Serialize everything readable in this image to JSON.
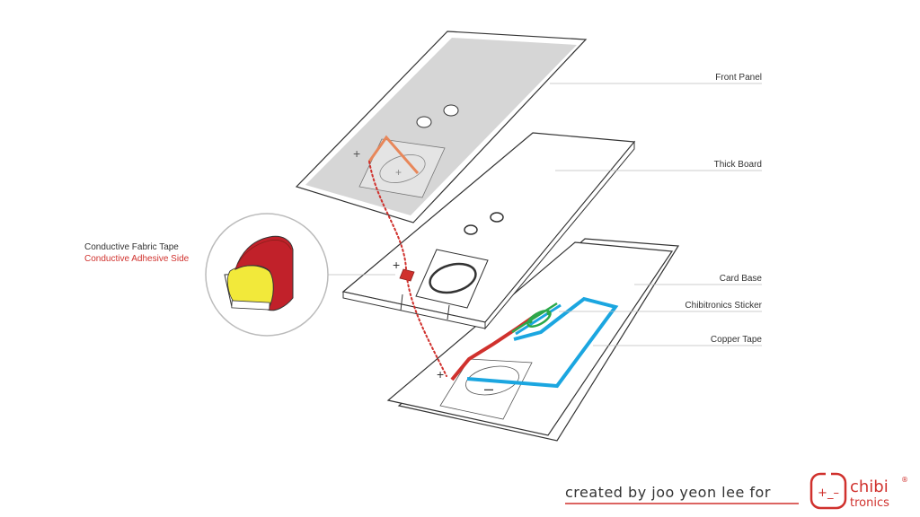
{
  "labels": {
    "front_panel": "Front Panel",
    "thick_board": "Thick Board",
    "card_base": "Card Base",
    "chibitronics_sticker": "Chibitronics Sticker",
    "copper_tape": "Copper Tape",
    "conductive_fabric_tape": "Conductive Fabric Tape",
    "conductive_adhesive_side": "Conductive Adhesive Side"
  },
  "symbols": {
    "plus": "+",
    "minus": "–"
  },
  "credit": {
    "text": "created by joo yeon lee for"
  },
  "logo": {
    "brand_top": "chibi",
    "brand_bottom": "tronics",
    "registered": "®",
    "face": "+_–"
  },
  "colors": {
    "copper_tape": "#1ba6e0",
    "conductive_tape": "#d0312d",
    "sticker": "#2aa84a",
    "adhesive": "#f2e93a",
    "front_panel_fill": "#d6d6d6",
    "trace_orange": "#e8875a"
  }
}
